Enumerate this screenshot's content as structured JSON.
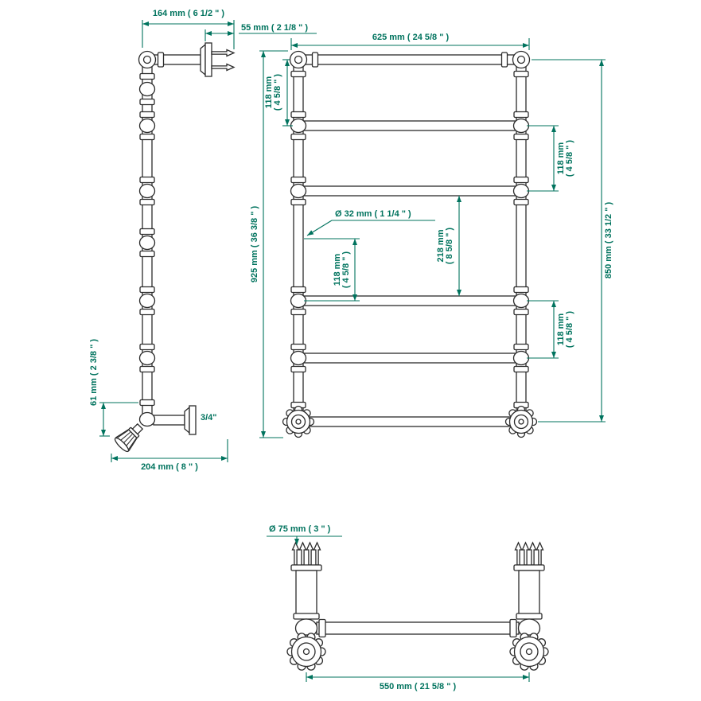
{
  "colors": {
    "dimension": "#00735E",
    "line": "#2b2b2b",
    "background": "#ffffff"
  },
  "front_view": {
    "dim_width": "625 mm ( 24 5/8 \" )",
    "dim_height_overall": "925 mm ( 36 3/8 \" )",
    "dim_height_rail": "850 mm ( 33 1/2 \" )",
    "dim_tube_note": "Ø 32 mm ( 1 1/4 \" )",
    "spacing_top": {
      "mm": "118 mm",
      "inch": "( 4 5/8 \" )"
    },
    "spacing_upper_right": {
      "mm": "118 mm",
      "inch": "( 4 5/8 \" )"
    },
    "spacing_center": {
      "mm": "218 mm",
      "inch": "( 8 5/8 \" )"
    },
    "spacing_lower_left": {
      "mm": "118 mm",
      "inch": "( 4 5/8 \" )"
    },
    "spacing_lower_right": {
      "mm": "118 mm",
      "inch": "( 4 5/8 \" )"
    }
  },
  "side_view": {
    "dim_width_top": "164 mm ( 6 1/2 \" )",
    "dim_bracket_depth": "55 mm ( 2 1/8 \" )",
    "dim_bottom_height": "61 mm ( 2 3/8 \" )",
    "dim_depth_bottom": "204 mm ( 8 \" )",
    "connection_size": "3/4\""
  },
  "bottom_view": {
    "dim_flange_diameter": "Ø 75 mm ( 3 \" )",
    "dim_width_centers": "550 mm ( 21 5/8 \" )"
  }
}
